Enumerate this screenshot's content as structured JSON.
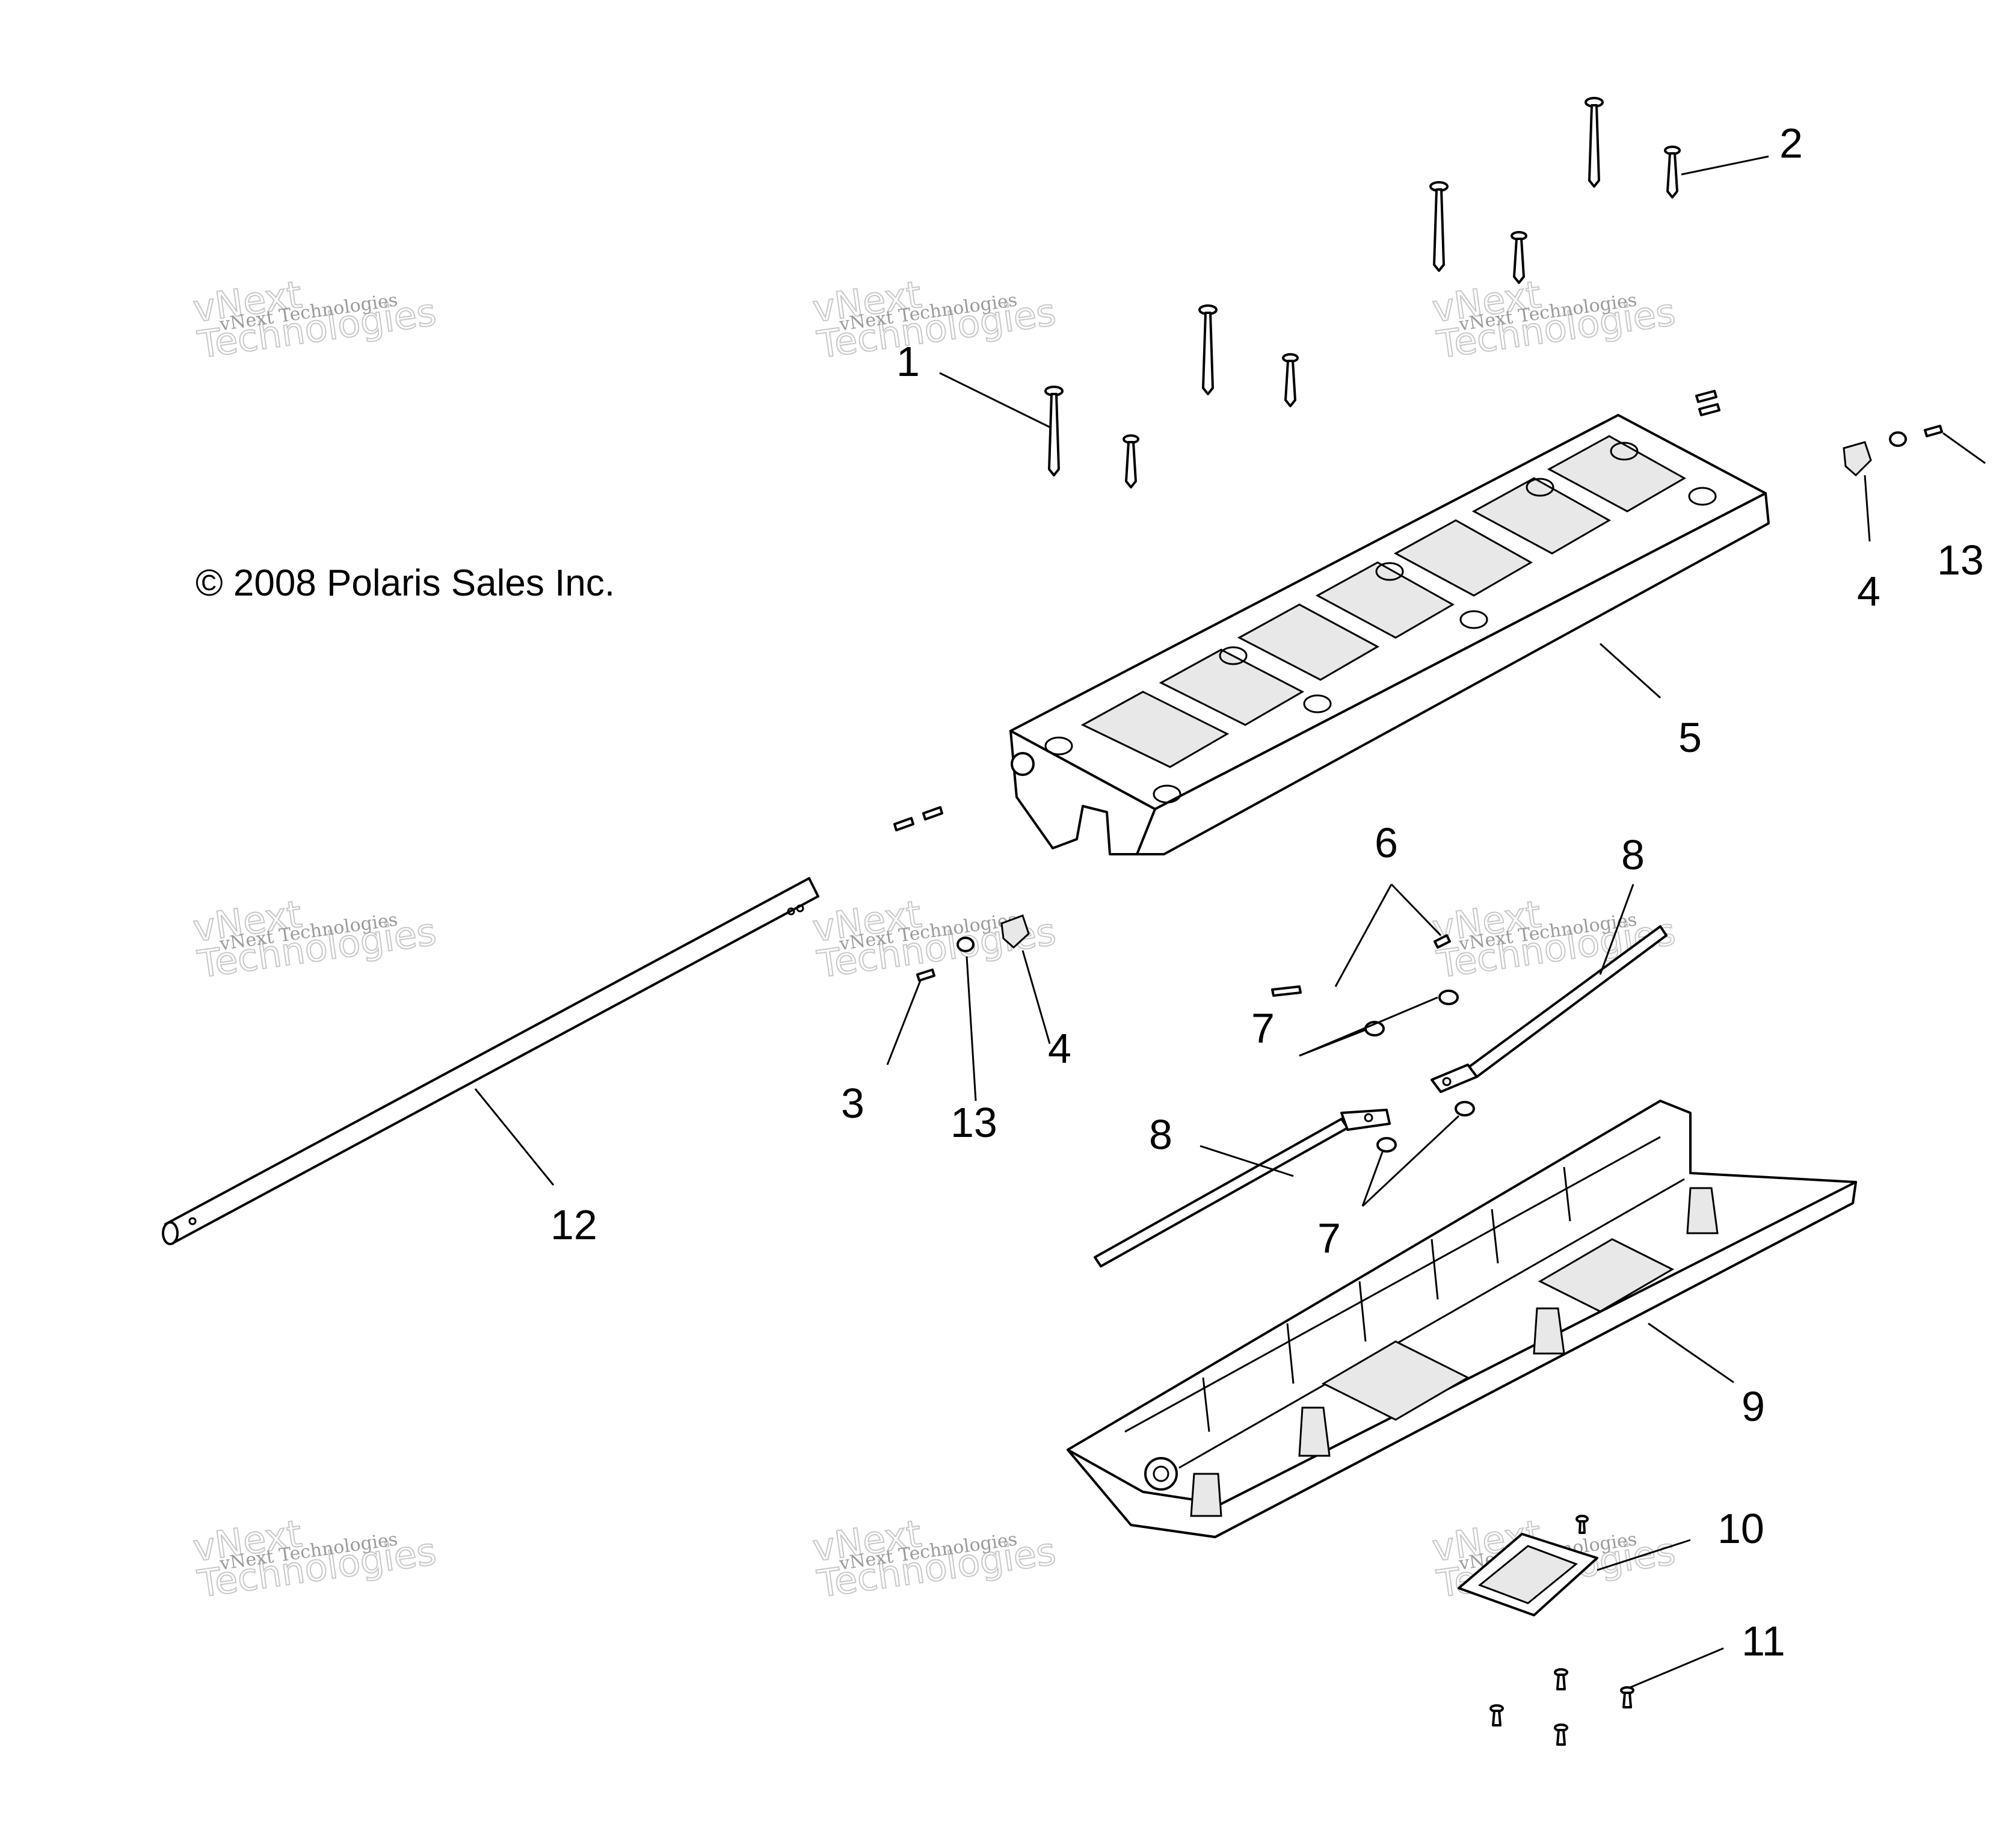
{
  "copyright": "© 2008 Polaris Sales Inc.",
  "watermark": {
    "line1": "vNext Technologies",
    "line2": "vNext",
    "line3": "Technologies"
  },
  "callouts": {
    "c1": "1",
    "c2": "2",
    "c3": "3",
    "c4a": "4",
    "c4b": "4",
    "c5": "5",
    "c6": "6",
    "c7a": "7",
    "c7b": "7",
    "c8a": "8",
    "c8b": "8",
    "c9": "9",
    "c10": "10",
    "c11": "11",
    "c12": "12",
    "c13a": "13",
    "c13b": "13"
  }
}
